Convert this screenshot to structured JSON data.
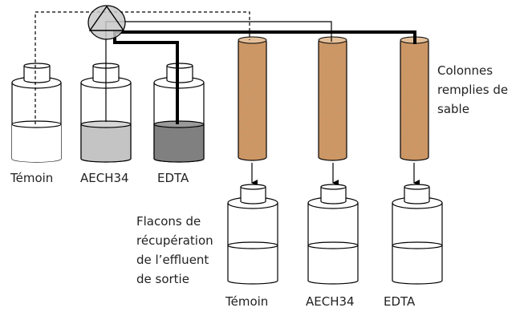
{
  "colors": {
    "sand": "#c88a55",
    "sand_dark": "#8a5228",
    "liquid_aech34": "#c4c4c4",
    "liquid_edta": "#808080",
    "pump": "#c8c8c8"
  },
  "source_bottles": [
    {
      "label": "Témoin"
    },
    {
      "label": "AECH34"
    },
    {
      "label": "EDTA"
    }
  ],
  "columns_label": [
    "Colonnes",
    "remplies de",
    "sable"
  ],
  "collection_label": [
    "Flacons de",
    "récupération",
    "de l’effluent",
    "de sortie"
  ],
  "collection_bottles": [
    {
      "label": "Témoin"
    },
    {
      "label": "AECH34"
    },
    {
      "label": "EDTA"
    }
  ]
}
